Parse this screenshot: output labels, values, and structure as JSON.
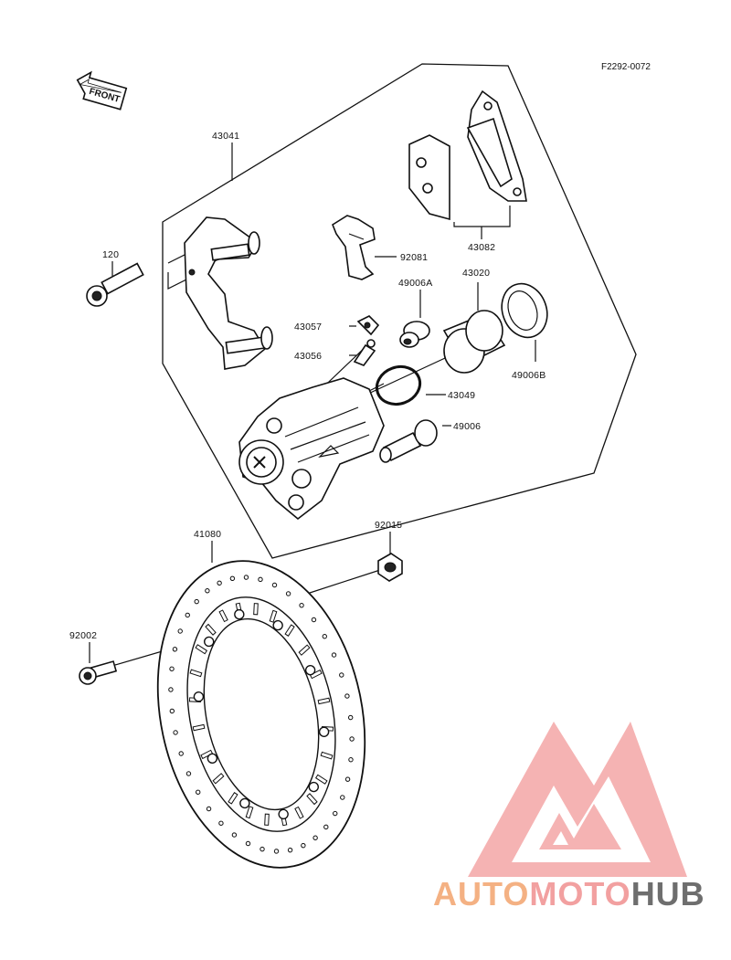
{
  "diagram": {
    "code": "F2292-0072",
    "front_label": "FRONT",
    "parts": {
      "p43041": "43041",
      "p120": "120",
      "p92081": "92081",
      "p43082": "43082",
      "p49006A": "49006A",
      "p43020": "43020",
      "p43057": "43057",
      "p43056": "43056",
      "p43049": "43049",
      "p49006B": "49006B",
      "p49006": "49006",
      "p92015": "92015",
      "p41080": "41080",
      "p92002": "92002"
    }
  },
  "watermark": {
    "part1": "AUTO",
    "part2": "MOTO",
    "part3": "HUB",
    "colors": {
      "auto": "#f4b183",
      "moto": "#f2a0a0",
      "hub": "#6e6e6e",
      "triangle": "#f4a6a6"
    }
  }
}
